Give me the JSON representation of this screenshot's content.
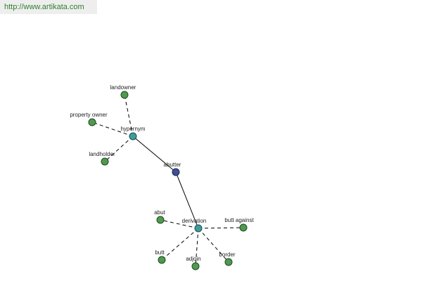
{
  "banner": {
    "url_text": "http://www.artikata.com"
  },
  "graph": {
    "root": {
      "label": "abutter"
    },
    "relations": {
      "hypernym": {
        "label": "hypernym",
        "children": [
          "landowner",
          "property owner",
          "landholder"
        ]
      },
      "derivation": {
        "label": "derivation",
        "children": [
          "abut",
          "butt against",
          "butt",
          "adjoin",
          "border"
        ]
      }
    }
  },
  "colors": {
    "banner_bg": "#eeeeee",
    "banner_text": "#2f7f2f",
    "leaf_node": "#4f9a4f",
    "relation_node": "#3f9c9c",
    "root_node": "#3e4f99",
    "edge": "#000000"
  }
}
